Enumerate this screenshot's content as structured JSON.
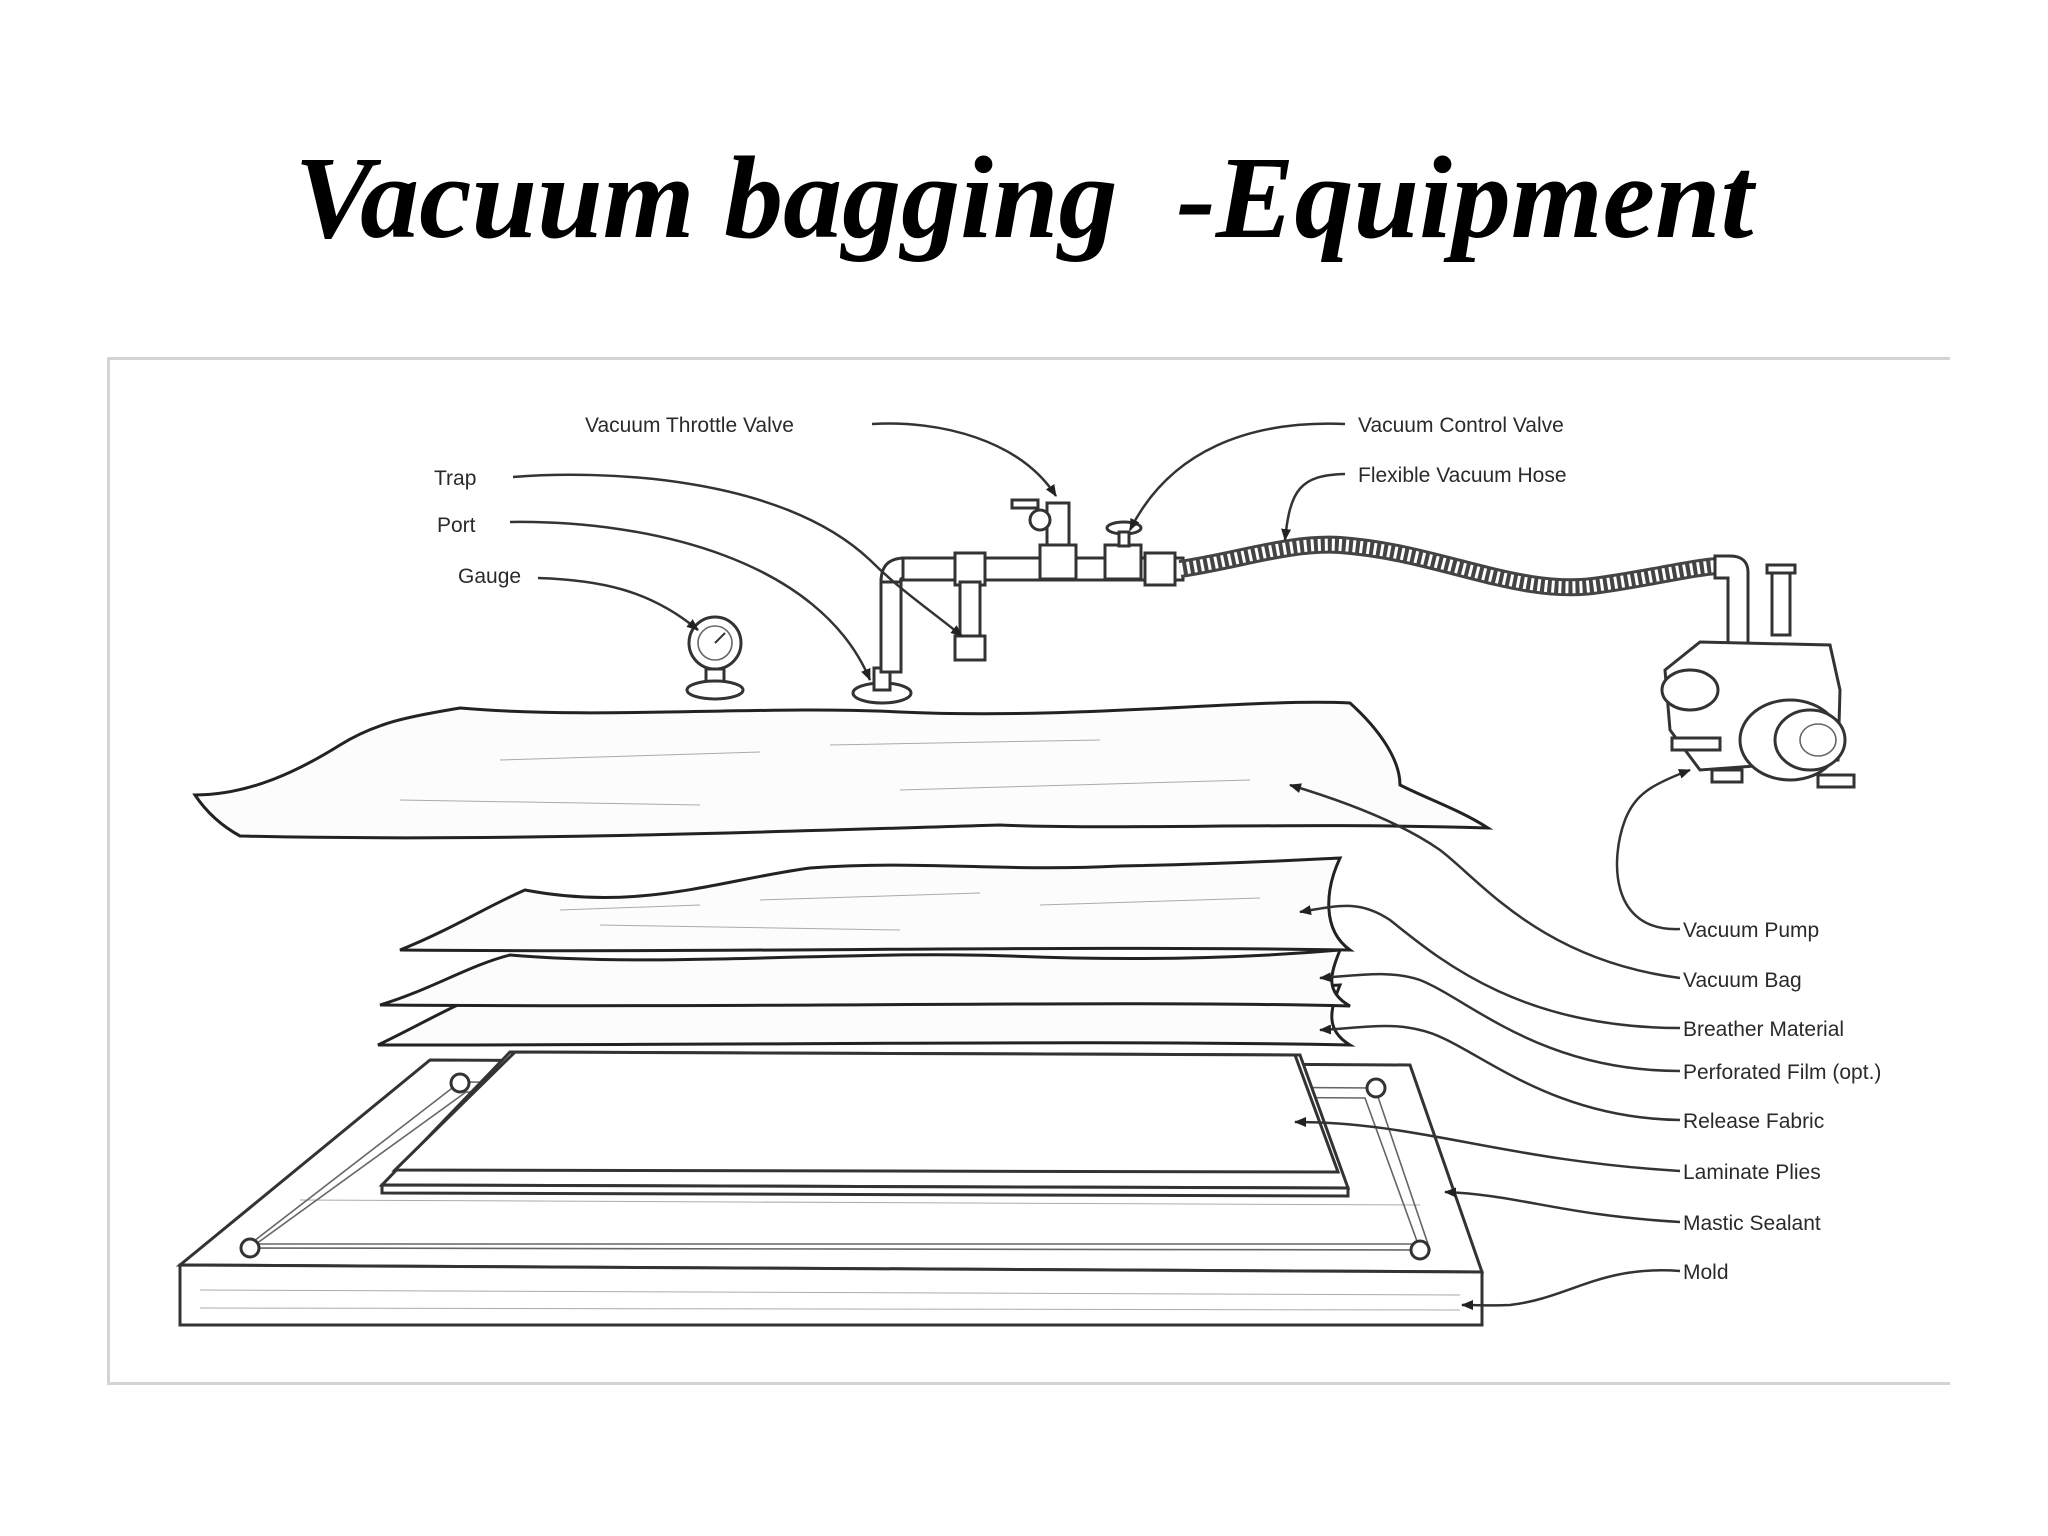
{
  "title": "Vacuum bagging  -Equipment",
  "diagram": {
    "labels": {
      "vacuum_throttle_valve": "Vacuum Throttle Valve",
      "trap": "Trap",
      "port": "Port",
      "gauge": "Gauge",
      "vacuum_control_valve": "Vacuum Control Valve",
      "flexible_vacuum_hose": "Flexible Vacuum Hose",
      "vacuum_pump": "Vacuum Pump",
      "vacuum_bag": "Vacuum Bag",
      "breather_material": "Breather Material",
      "perforated_film": "Perforated Film (opt.)",
      "release_fabric": "Release Fabric",
      "laminate_plies": "Laminate Plies",
      "mastic_sealant": "Mastic Sealant",
      "mold": "Mold"
    }
  }
}
